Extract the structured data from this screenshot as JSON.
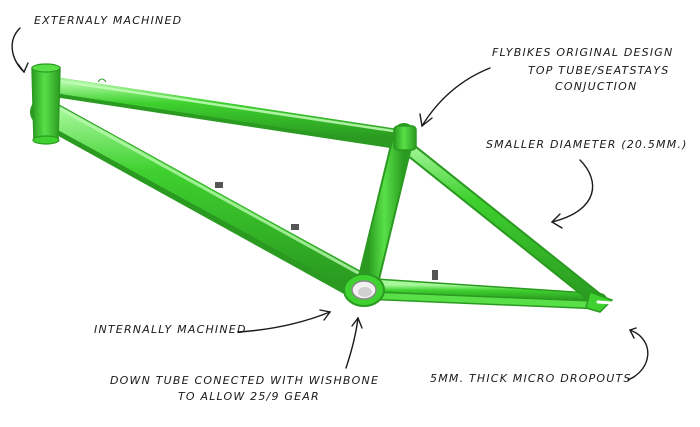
{
  "annotations": {
    "externally_machined": "Externaly machined",
    "flybikes_design_line1": "Flybikes original design",
    "flybikes_design_line2": "top tube/seatstays",
    "flybikes_design_line3": "conjuction",
    "smaller_diameter": "Smaller diameter (20.5mm.)",
    "internally_machined": "Internally machined",
    "down_tube_line1": "Down tube conected with wishbone",
    "down_tube_line2": "to allow 25/9 gear",
    "dropouts": "5mm. thick micro dropouts"
  },
  "colors": {
    "frame": "#3fd12f",
    "frame_shadow": "#2a9a20",
    "frame_highlight": "#a6f79a",
    "ink": "#1a1a1a"
  }
}
